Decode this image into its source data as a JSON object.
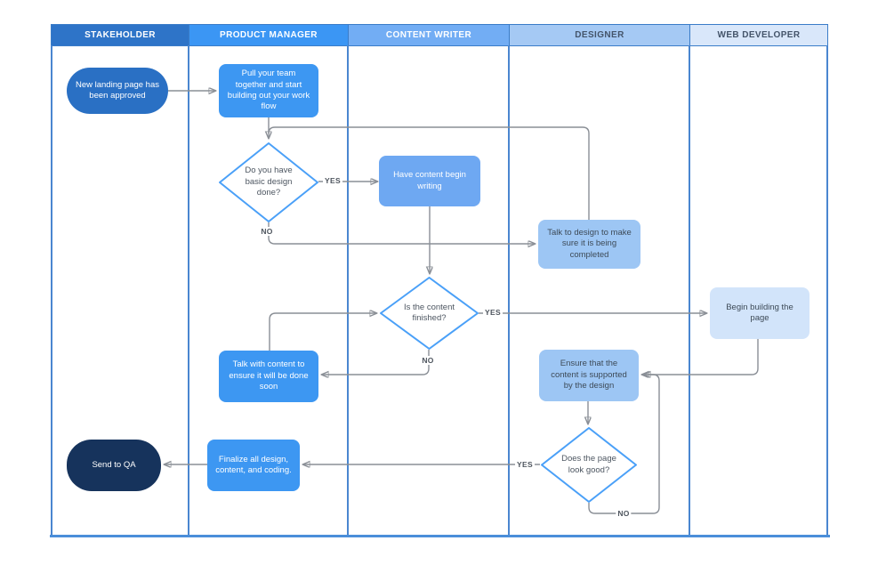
{
  "lanes": [
    {
      "label": "STAKEHOLDER",
      "fill": "#2e74c8",
      "text_color": "#ffffff"
    },
    {
      "label": "PRODUCT MANAGER",
      "fill": "#3b96f4",
      "text_color": "#ffffff"
    },
    {
      "label": "CONTENT WRITER",
      "fill": "#72adf4",
      "text_color": "#ffffff"
    },
    {
      "label": "DESIGNER",
      "fill": "#a5c9f4",
      "text_color": "#44546a"
    },
    {
      "label": "WEB DEVELOPER",
      "fill": "#d9e7fa",
      "text_color": "#44546a"
    }
  ],
  "nodes": {
    "start": {
      "label": "New landing page has been approved",
      "type": "terminator",
      "lane": "STAKEHOLDER",
      "fill": "#2a70c4"
    },
    "pull_team": {
      "label": "Pull your team together and start building out your work flow",
      "type": "process",
      "lane": "PRODUCT MANAGER",
      "fill": "#3d97f2"
    },
    "design_done": {
      "label": "Do you have basic design done?",
      "type": "decision",
      "lane": "PRODUCT MANAGER",
      "fill": "#ffffff"
    },
    "have_content": {
      "label": "Have content begin writing",
      "type": "process",
      "lane": "CONTENT WRITER",
      "fill": "#6ea8f2"
    },
    "talk_design": {
      "label": "Talk to design to make sure it is being completed",
      "type": "process",
      "lane": "DESIGNER",
      "fill": "#9dc6f4"
    },
    "content_finished": {
      "label": "Is the content finished?",
      "type": "decision",
      "lane": "CONTENT WRITER",
      "fill": "#ffffff"
    },
    "begin_building": {
      "label": "Begin building the page",
      "type": "process",
      "lane": "WEB DEVELOPER",
      "fill": "#d2e4fa"
    },
    "talk_content": {
      "label": "Talk with content to ensure it will be done soon",
      "type": "process",
      "lane": "PRODUCT MANAGER",
      "fill": "#3d97f2"
    },
    "ensure_content": {
      "label": "Ensure that the content is supported by the design",
      "type": "process",
      "lane": "DESIGNER",
      "fill": "#9dc6f4"
    },
    "page_good": {
      "label": "Does the page look good?",
      "type": "decision",
      "lane": "DESIGNER",
      "fill": "#ffffff"
    },
    "finalize": {
      "label": "Finalize all design, content, and coding.",
      "type": "process",
      "lane": "PRODUCT MANAGER",
      "fill": "#3d97f2"
    },
    "send_qa": {
      "label": "Send to QA",
      "type": "terminator",
      "lane": "STAKEHOLDER",
      "fill": "#16335c"
    }
  },
  "edge_labels": {
    "design_done_yes": "YES",
    "design_done_no": "NO",
    "content_finished_yes": "YES",
    "content_finished_no": "NO",
    "page_good_yes": "YES",
    "page_good_no": "NO"
  },
  "colors": {
    "lane_border": "#4a86d0",
    "header_border": "#3a7cc8",
    "bottom_border": "#4b8ed9",
    "connector": "#8a8f96",
    "arrowhead": "#4a5058",
    "decision_border": "#4aa0f8"
  }
}
